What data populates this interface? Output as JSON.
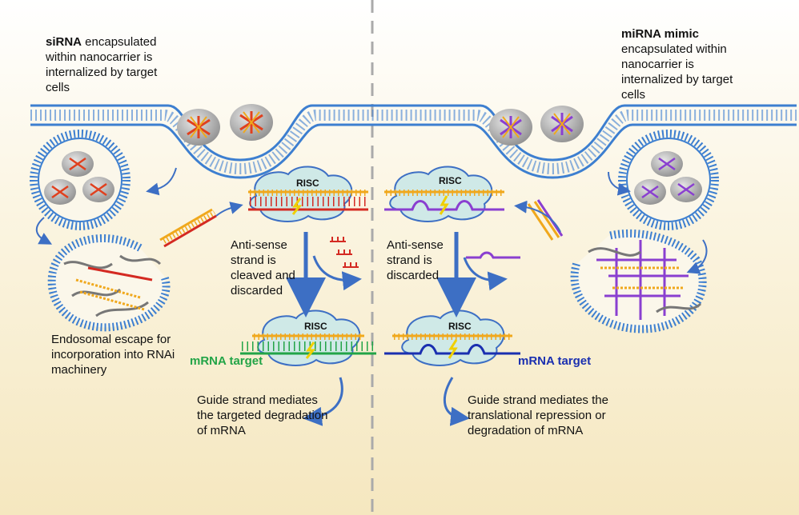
{
  "left": {
    "title_bold": "siRNA",
    "title_rest": " encapsulated within nanocarrier is internalized by target cells",
    "antisense_text": "Anti-sense strand is cleaved and discarded",
    "escape_text": "Endosomal escape for incorporation into RNAi machinery",
    "mrna_label": "mRNA target",
    "guide_text": "Guide strand mediates the targeted degradation of mRNA"
  },
  "right": {
    "title_bold": "miRNA mimic",
    "title_rest": "encapsulated within nanocarrier is internalized by target cells",
    "antisense_text": "Anti-sense strand is discarded",
    "mrna_label": "mRNA target",
    "guide_text": "Guide strand mediates the translational repression or degradation of mRNA"
  },
  "risc_label": "RISC",
  "colors": {
    "membrane": "#3d7fd0",
    "sirna_guide": "#f0a81c",
    "sirna_antisense": "#d42a22",
    "mirna_strand": "#8a3fd0",
    "mrna_left": "#22a447",
    "mrna_right": "#1a2fb0",
    "risc_fill": "#cfe9e7",
    "arrow": "#3d6fc4",
    "divider": "#aaaaaa"
  }
}
